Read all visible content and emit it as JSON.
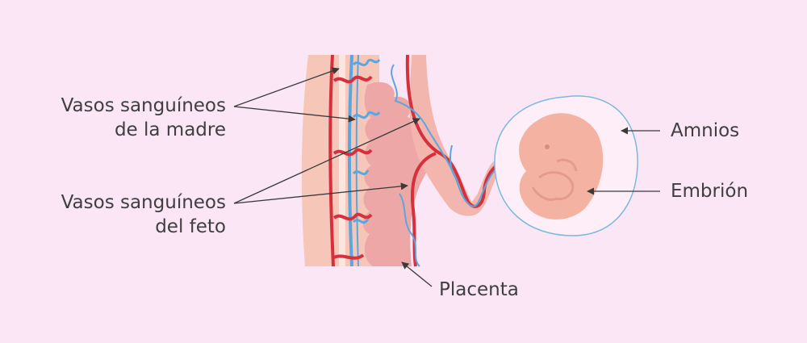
{
  "labels": {
    "maternal_vessels": {
      "line1": "Vasos sanguíneos",
      "line2": "de la madre"
    },
    "fetal_vessels": {
      "line1": "Vasos sanguíneos",
      "line2": "del feto"
    },
    "placenta": "Placenta",
    "amnion": "Amnios",
    "embryo": "Embrión"
  },
  "colors": {
    "background": "#fbe6f5",
    "uterine_wall": "#f6c6b8",
    "placenta": "#eda7a6",
    "maternal_vessel": "#d7303d",
    "fetal_vessel": "#5aa7e0",
    "embryo": "#f4b3a2",
    "amnion_outline": "#7ab9e0",
    "text": "#3f3f3f"
  }
}
